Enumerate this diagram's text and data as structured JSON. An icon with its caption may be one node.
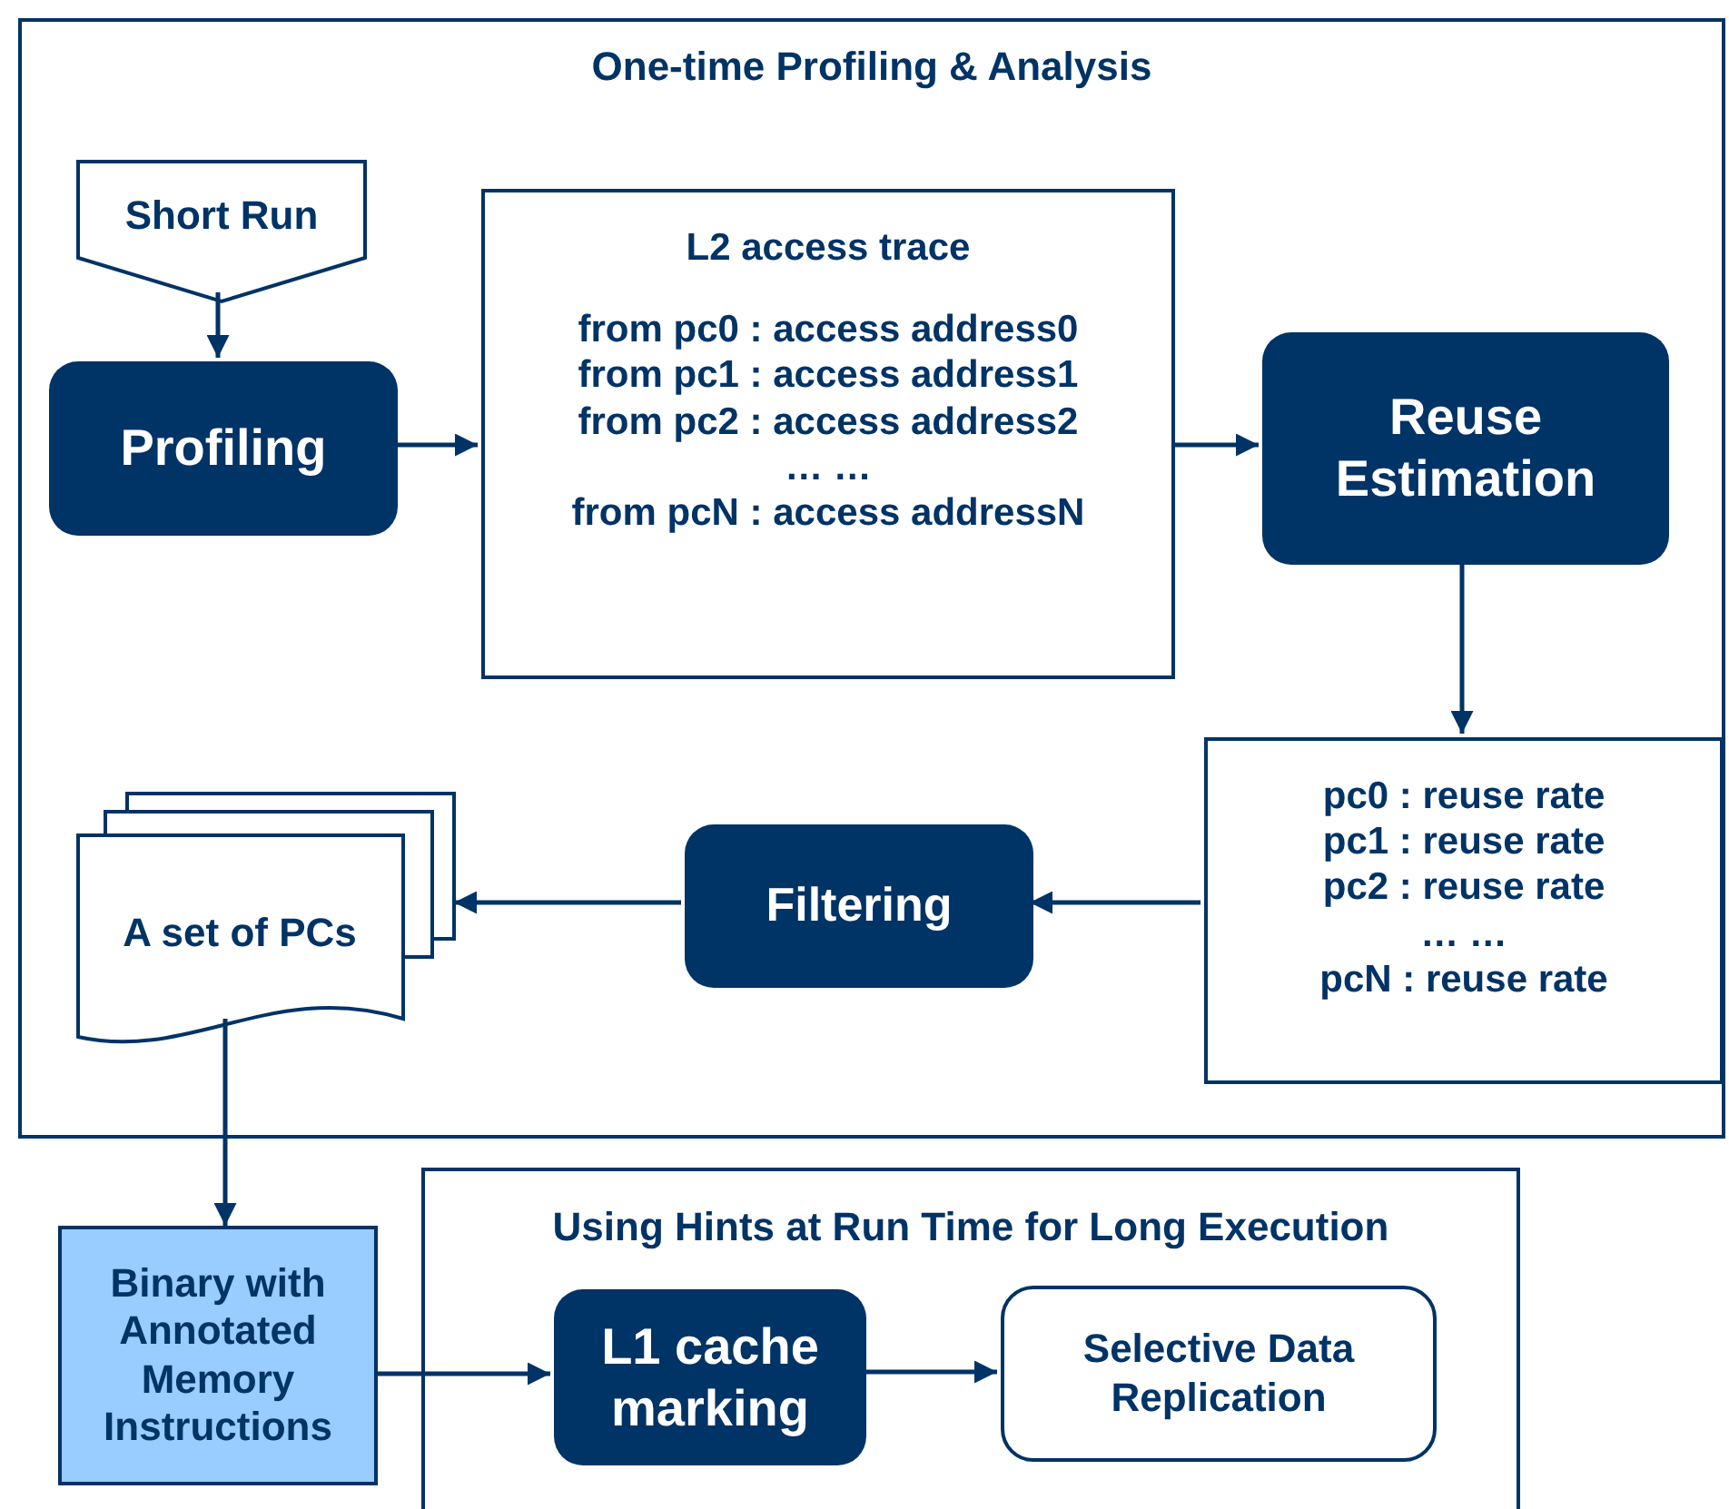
{
  "diagram": {
    "nodes": [
      {
        "text": [
          "One-time Profiling & Analysis"
        ]
      },
      {
        "text": [
          "Short Run"
        ],
        "in": 0
      },
      {
        "text": [
          "Profiling"
        ],
        "in": 0
      },
      {
        "text": [
          "L2 access trace",
          "from pc0 : access address0",
          "from pc1 : access address1",
          "from pc2 : access address2",
          "… …",
          "from pcN : access addressN"
        ],
        "in": 0
      },
      {
        "text": [
          "Reuse Estimation"
        ],
        "in": 0
      },
      {
        "text": [
          "pc0 : reuse rate",
          "pc1 : reuse rate",
          "pc2 : reuse rate",
          "… …",
          "pcN : reuse rate"
        ],
        "in": 0
      },
      {
        "text": [
          "Filtering"
        ],
        "in": 0
      },
      {
        "text": [
          "A set of PCs"
        ],
        "in": 0
      },
      {
        "text": [
          "Binary with Annotated Memory Instructions"
        ]
      },
      {
        "text": [
          "Using Hints at Run Time for Long Execution"
        ]
      },
      {
        "text": [
          "L1 cache marking"
        ],
        "in": 9
      },
      {
        "text": [
          "Selective Data Replication"
        ],
        "in": 9
      }
    ],
    "edges": [
      {
        "from": 1,
        "to": 2,
        "arrow": "to"
      },
      {
        "from": 2,
        "to": 3,
        "arrow": "to"
      },
      {
        "from": 3,
        "to": 4,
        "arrow": "to"
      },
      {
        "from": 4,
        "to": 5,
        "arrow": "to"
      },
      {
        "from": 5,
        "to": 6,
        "arrow": "to"
      },
      {
        "from": 6,
        "to": 7,
        "arrow": "to"
      },
      {
        "from": 7,
        "to": 8,
        "arrow": "to"
      },
      {
        "from": 8,
        "to": 10,
        "arrow": "to"
      },
      {
        "from": 10,
        "to": 11,
        "arrow": "to"
      }
    ]
  }
}
